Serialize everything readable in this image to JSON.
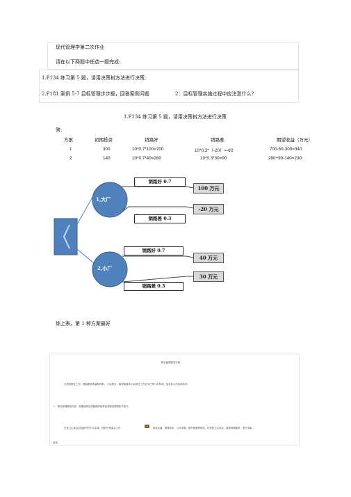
{
  "header": {
    "title": "现代管理学第二次作业",
    "instruction": "请在以下两题中任选一题完成:"
  },
  "questions": {
    "q1": "1.P134  练习第  5 题，请用决策树方法进行决策;",
    "q2_prefix": "2.P181  案例 5-7  目标管理步步掘，回答案例问题",
    "q2_suffix": "2：目标管理实施过程中应注意什么?"
  },
  "section_heading": "1.P134 练习第  5 题，请用决策树方法进行决策",
  "answer_label": "答:",
  "table": {
    "headers": [
      "方案",
      "初期投资",
      "销路好",
      "销路差",
      "期望收益（万元）"
    ],
    "rows": [
      [
        "1",
        "300",
        "10*0.7*100=700",
        "10*0.3*（-20）=-60",
        "700-60-300=340"
      ],
      [
        "2",
        "140",
        "10*0.7*40=280",
        "10*0.3*30=90",
        "280+90-140=230"
      ]
    ]
  },
  "tree": {
    "branch_big": "1,大厂",
    "branch_small": "2,小厂",
    "good_big": "销路好 0.7",
    "bad_big": "销路差 0.3",
    "good_small": "销路好 0.7",
    "bad_small": "销路差 0.3",
    "pay_big_good": "100 万元",
    "pay_big_bad": "-20 万元",
    "pay_small_good": "40 万元",
    "pay_small_bad": "30 万元",
    "colors": {
      "node": "#4f81bd",
      "node_border": "#385d8a",
      "line": "#7f7f7f"
    }
  },
  "conclusion": "综上表，第   1 种方案最好",
  "embedded_page": {
    "title": "物业管理服务方案",
    "line1": "为规范物业工作，提高服务质量和效率，           小区物业，最早接管本小区物业工作至今已有几年时间，结合本公司实际状况，",
    "line2": "一、物业管理服务内容、设备保养及设备维修保养保洁服务按照如下执行。",
    "line3": "日常卫生保洁包括室内外公共区域，做好日常保洁工作",
    "line3b": "保证走道、楼梯扶手、公共设施、楼外墙面等地段，环境的卫生清洁，按照清理要求，进行消毒...",
    "line4": "目录。"
  }
}
